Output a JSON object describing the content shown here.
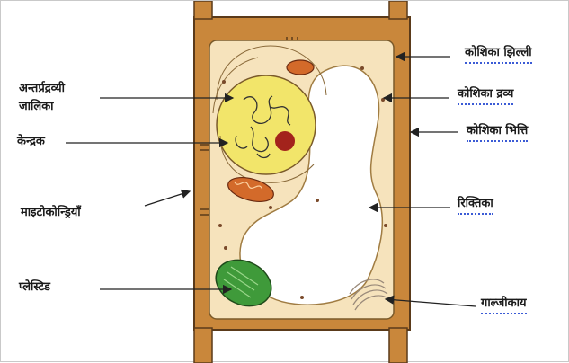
{
  "labels": {
    "er": [
      "अन्तर्प्रद्रव्यी",
      "जालिका"
    ],
    "nucleus": "केन्द्रक",
    "mitochondria": "माइटोकोन्ड्रियाँ",
    "plastid": "प्लेस्टिड",
    "cell_membrane": "कोशिका झिल्ली",
    "cytoplasm": "कोशिका द्रव्य",
    "cell_wall": "कोशिका भित्ति",
    "vacuole": "रिक्तिका",
    "golgi": "गाल्जीकाय"
  },
  "colors": {
    "cell_wall": "#c9873b",
    "wall_outline": "#5a3a1a",
    "cytoplasm": "#f6e3bc",
    "nucleus": "#f2e56a",
    "nucleolus": "#a3231c",
    "mitochondria": "#d36a2a",
    "plastid": "#3f9a3a",
    "vacuole": "#ffffff",
    "arrow": "#222222",
    "underline": "#3b5bd6"
  }
}
